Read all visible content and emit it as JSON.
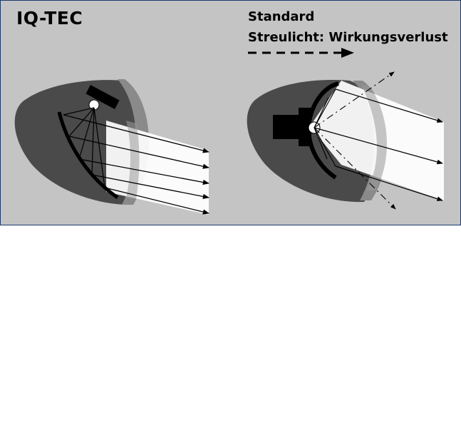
{
  "left_panel": {
    "title": "IQ-TEC"
  },
  "right_panel": {
    "title": "Standard",
    "subtitle": "Streulicht: Wirkungsverlust"
  },
  "colors": {
    "background": "#c4c4c4",
    "housing": "#4a4a4a",
    "lens": "#8a8a8a",
    "beam": "#ffffff",
    "ink": "#000000",
    "border": "#1a3a6e"
  }
}
